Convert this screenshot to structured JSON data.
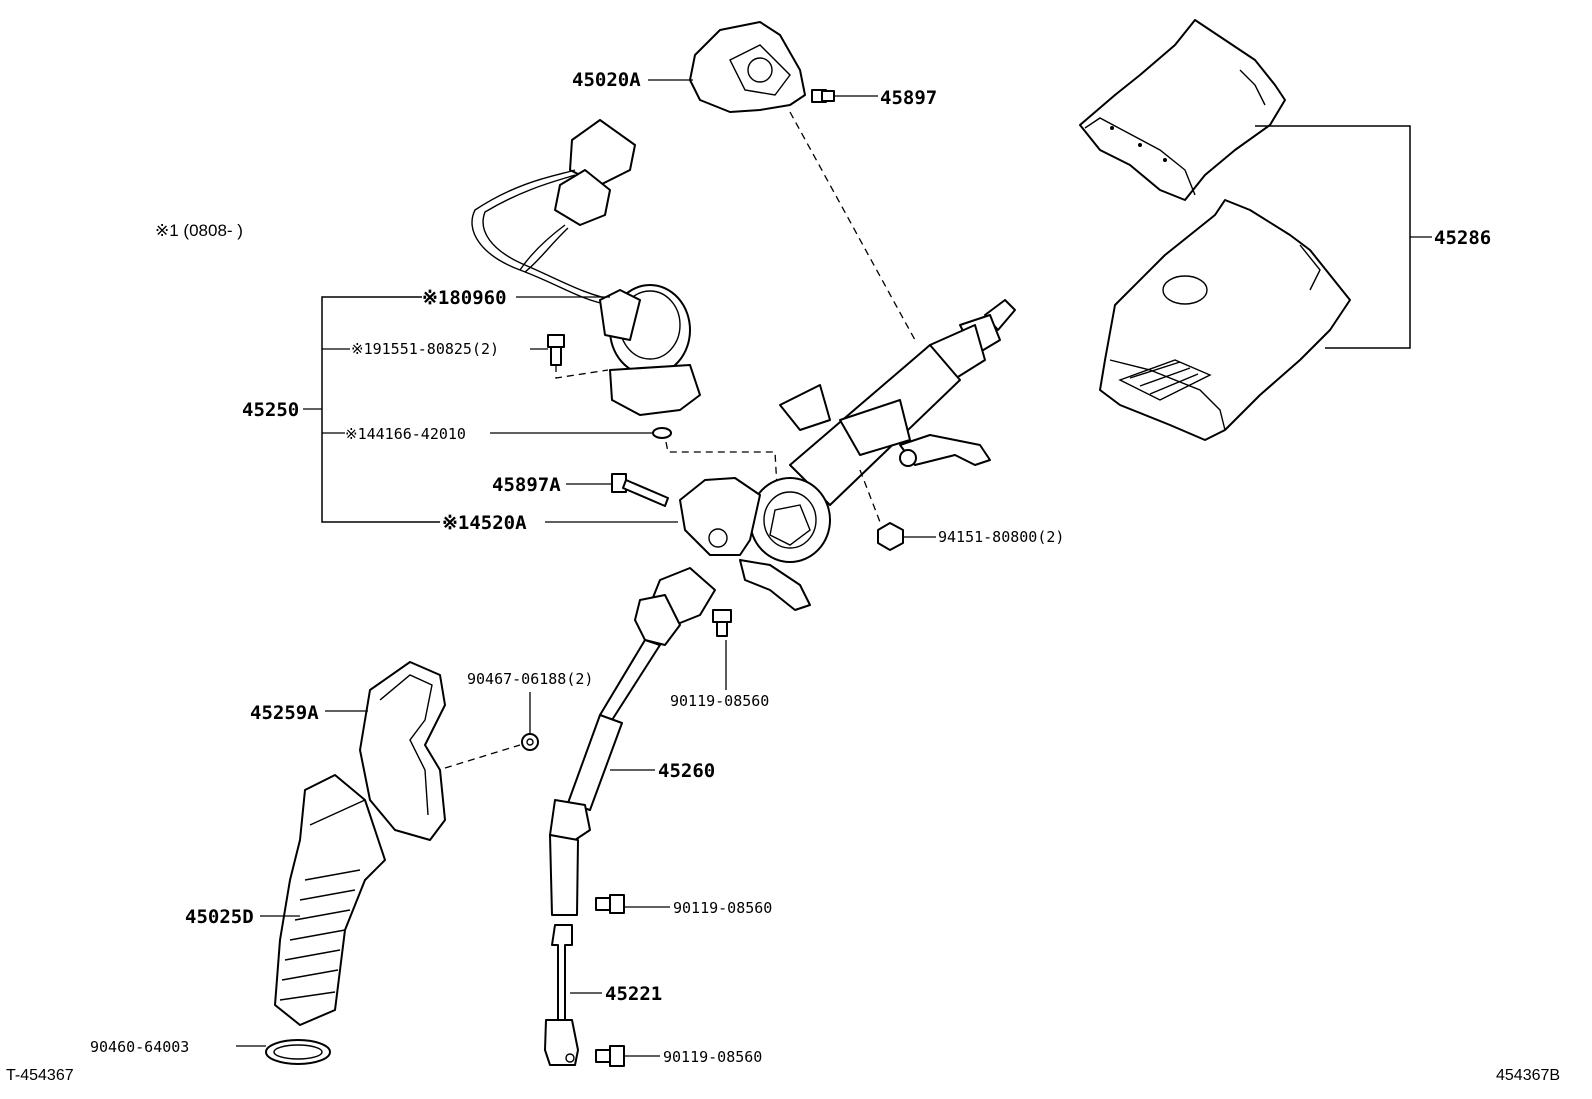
{
  "note": "※1 (0808-    )",
  "footer": {
    "left_code": "T-454367",
    "right_code": "454367B"
  },
  "labels": {
    "p45020A": "45020A",
    "p45897": "45897",
    "p45286": "45286",
    "p180960": "※180960",
    "p191551": "※191551-80825(2)",
    "p45250": "45250",
    "p144166": "※144166-42010",
    "p45897A": "45897A",
    "p14520A": "※14520A",
    "p94151": "94151-80800(2)",
    "p90467": "90467-06188(2)",
    "p90119a": "90119-08560",
    "p45259A": "45259A",
    "p45260": "45260",
    "p45025D": "45025D",
    "p90119b": "90119-08560",
    "p45221": "45221",
    "p90460": "90460-64003",
    "p90119c": "90119-08560"
  }
}
